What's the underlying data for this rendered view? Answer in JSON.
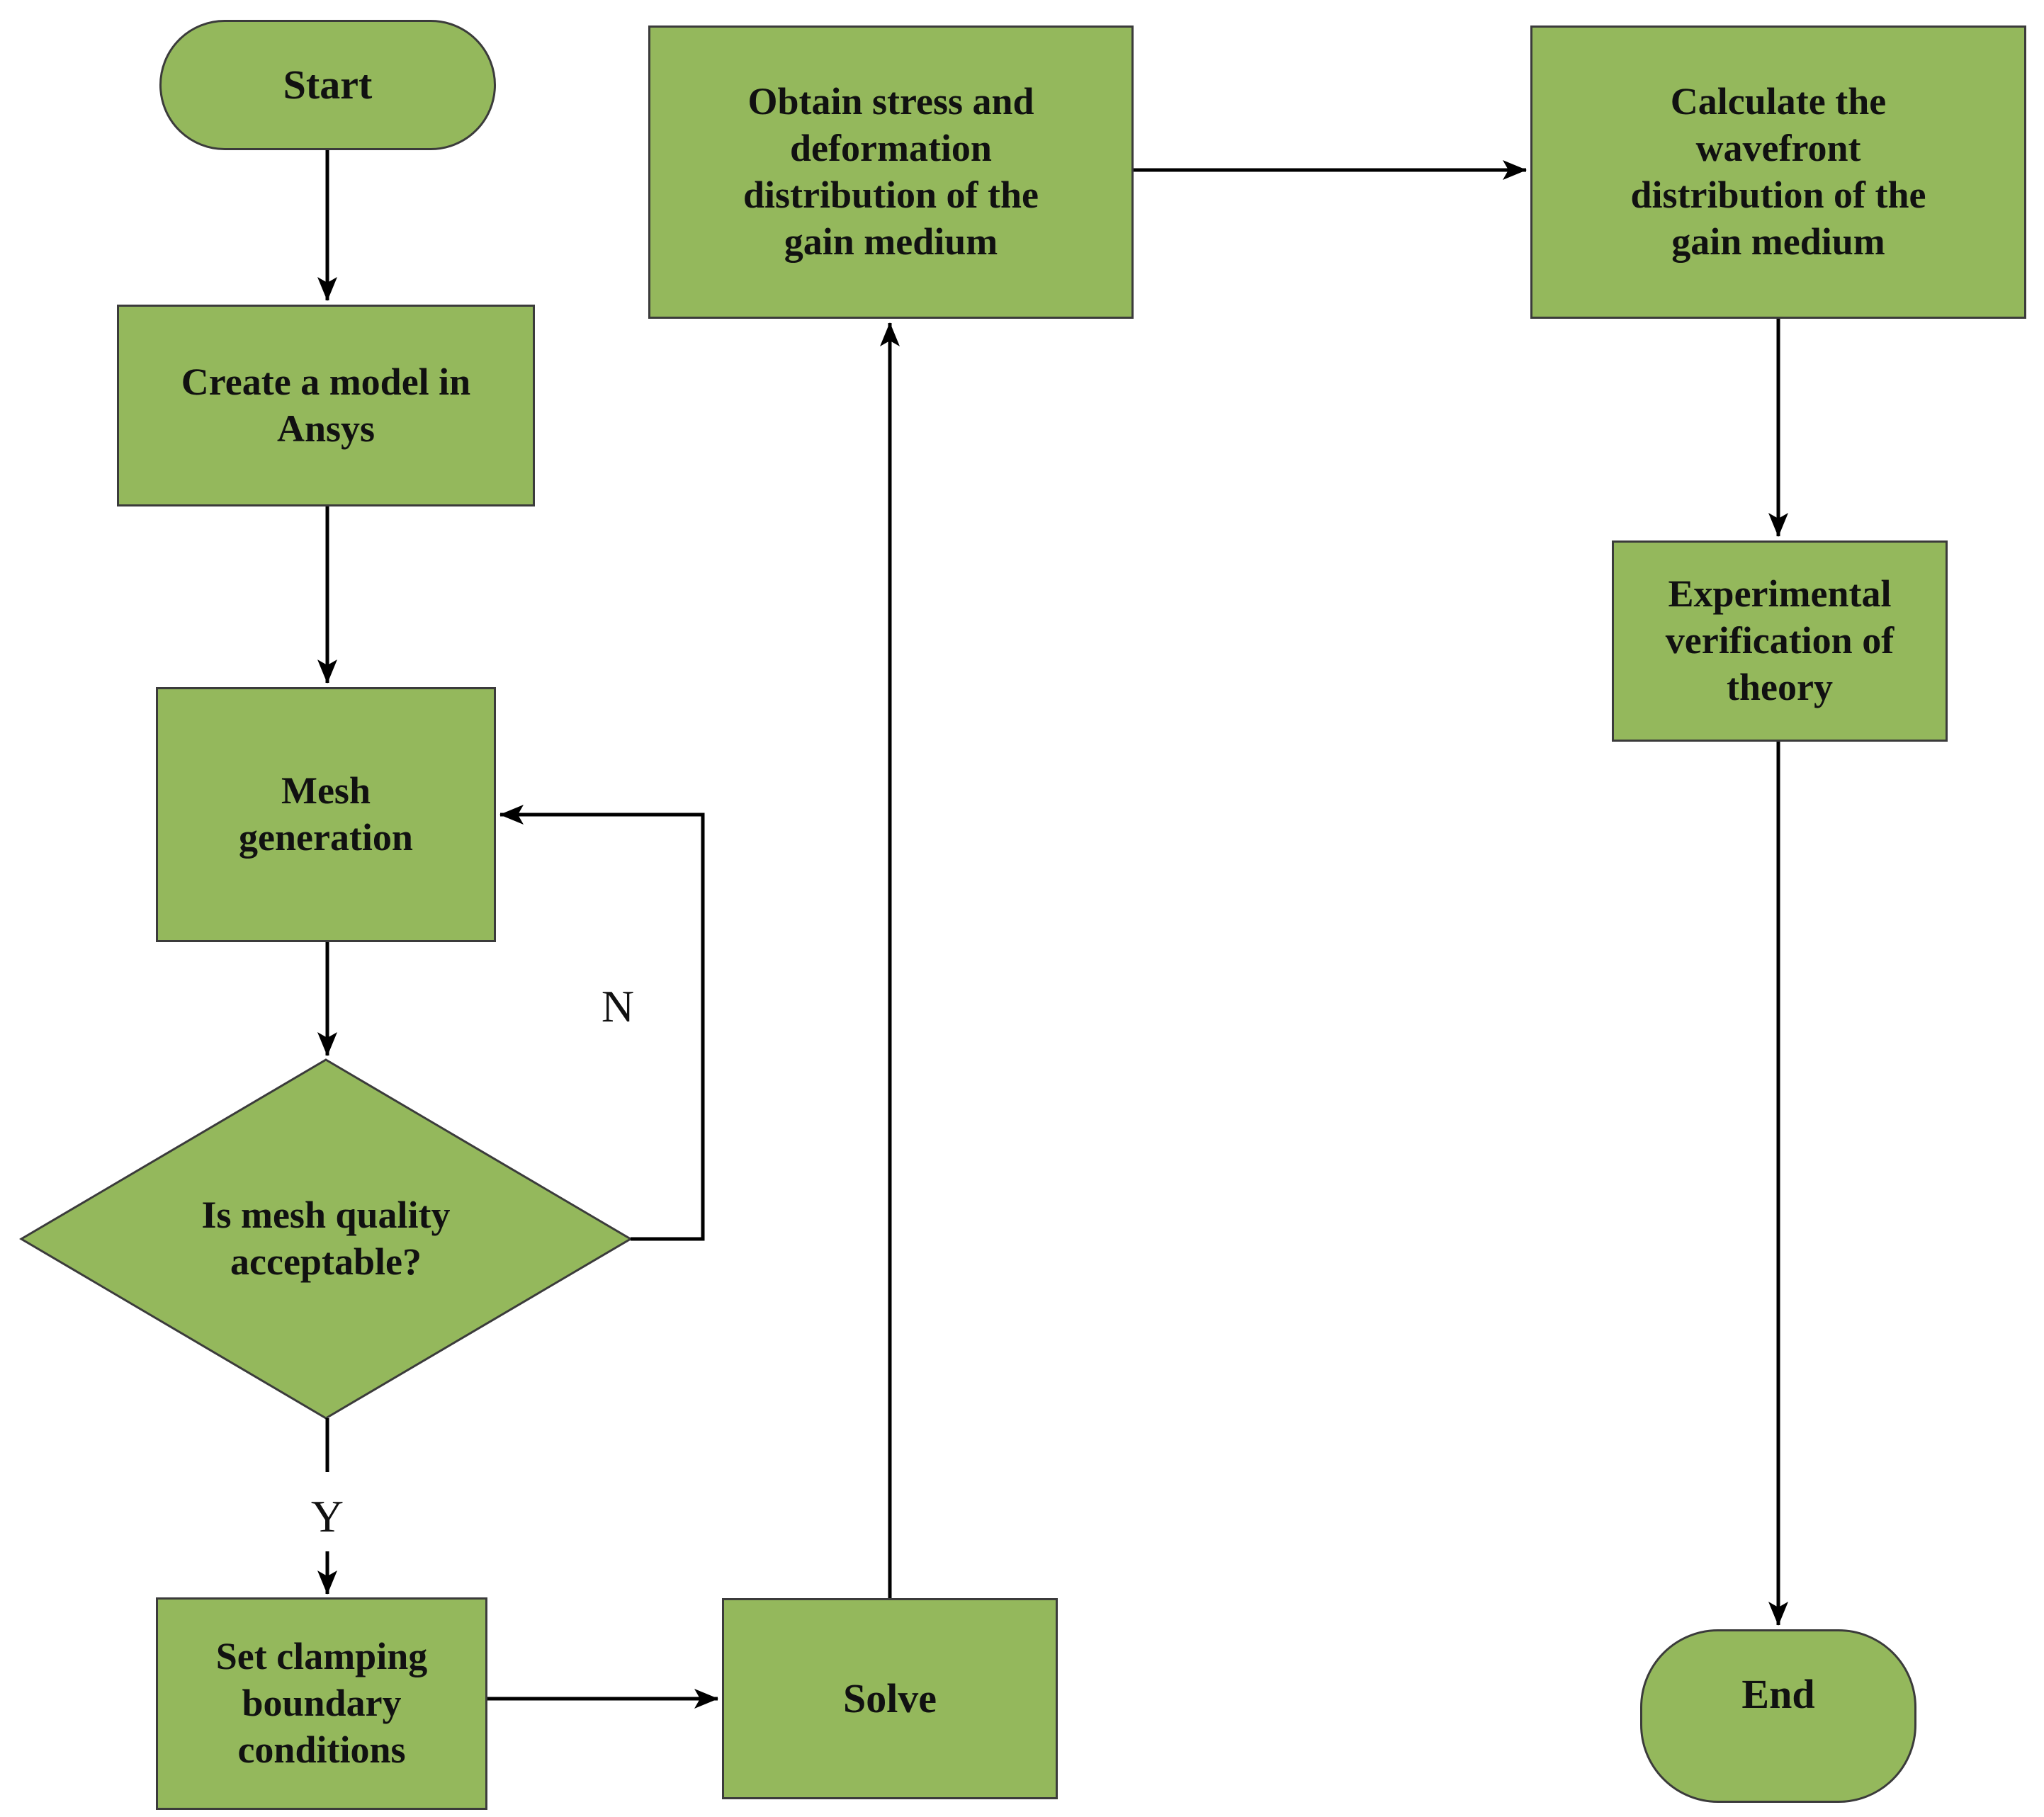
{
  "diagram": {
    "type": "flowchart",
    "nodes": {
      "start": {
        "label": "Start",
        "shape": "terminator"
      },
      "create_model": {
        "label": "Create a model in\nAnsys",
        "shape": "process"
      },
      "mesh_generation": {
        "label": "Mesh\ngeneration",
        "shape": "process"
      },
      "mesh_quality": {
        "label": "Is mesh quality\nacceptable?",
        "shape": "decision"
      },
      "set_clamping": {
        "label": "Set clamping\nboundary\nconditions",
        "shape": "process"
      },
      "solve": {
        "label": "Solve",
        "shape": "process"
      },
      "obtain_stress": {
        "label": "Obtain stress and\ndeformation\ndistribution of the\ngain medium",
        "shape": "process"
      },
      "calculate_wavefront": {
        "label": "Calculate the\nwavefront\ndistribution of the\ngain medium",
        "shape": "process"
      },
      "experimental": {
        "label": "Experimental\nverification of\ntheory",
        "shape": "process"
      },
      "end": {
        "label": "End",
        "shape": "terminator"
      }
    },
    "edge_labels": {
      "no": "N",
      "yes": "Y"
    },
    "edges": [
      {
        "from": "start",
        "to": "create_model"
      },
      {
        "from": "create_model",
        "to": "mesh_generation"
      },
      {
        "from": "mesh_generation",
        "to": "mesh_quality"
      },
      {
        "from": "mesh_quality",
        "to": "mesh_generation",
        "label": "N"
      },
      {
        "from": "mesh_quality",
        "to": "set_clamping",
        "label": "Y"
      },
      {
        "from": "set_clamping",
        "to": "solve"
      },
      {
        "from": "solve",
        "to": "obtain_stress"
      },
      {
        "from": "obtain_stress",
        "to": "calculate_wavefront"
      },
      {
        "from": "calculate_wavefront",
        "to": "experimental"
      },
      {
        "from": "experimental",
        "to": "end"
      }
    ],
    "colors": {
      "node_fill": "#94b85c",
      "node_border": "#3b3b3b",
      "connector": "#000000",
      "text": "#111111",
      "background": "#ffffff"
    }
  }
}
